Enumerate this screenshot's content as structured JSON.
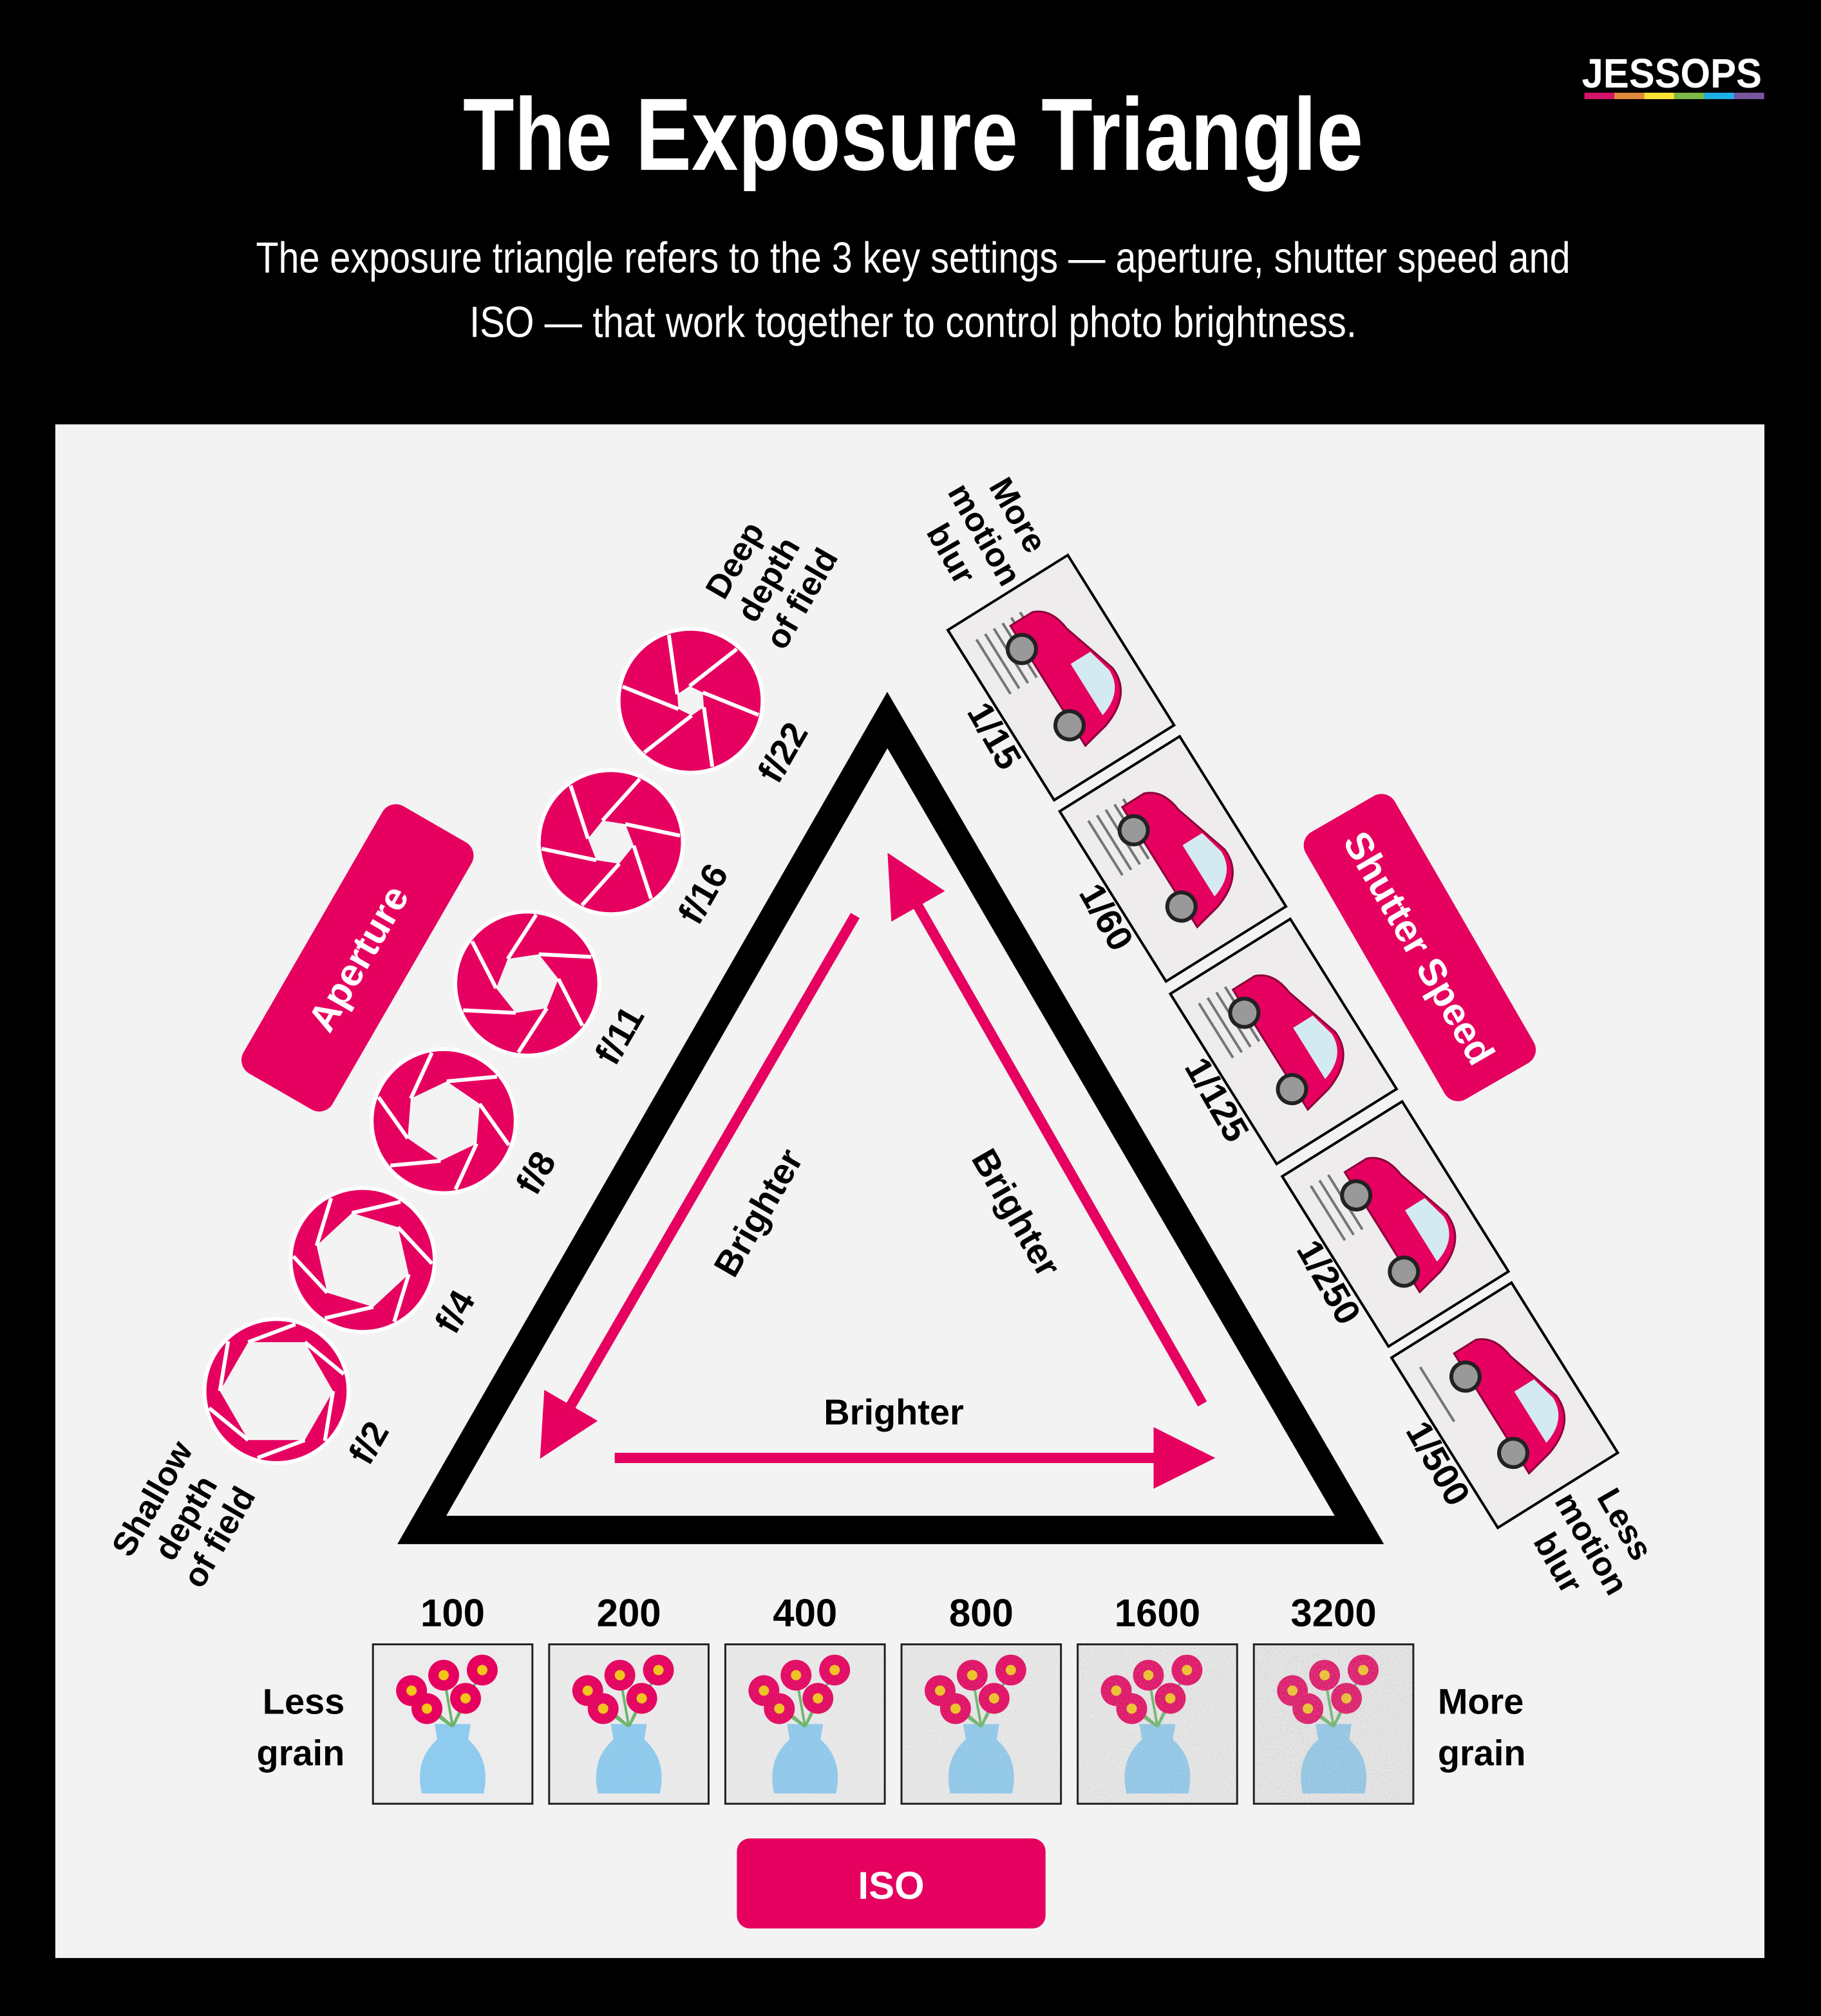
{
  "header": {
    "title": "The Exposure Triangle",
    "subtitle_line1": "The exposure triangle refers to the 3 key settings — aperture, shutter speed and",
    "subtitle_line2": "ISO — that work together to control photo brightness.",
    "logo": "JESSOPS",
    "logo_stripe_colors": [
      "#d6136b",
      "#e0893c",
      "#f9e332",
      "#7db948",
      "#1cb0e6",
      "#7a559f"
    ]
  },
  "colors": {
    "accent": "#e6005f",
    "panel": "#f3f3f3",
    "background": "#000000"
  },
  "triangle": {
    "brighter_left": "Brighter",
    "brighter_right": "Brighter",
    "brighter_bottom": "Brighter"
  },
  "aperture": {
    "badge": "Aperture",
    "top_note": [
      "Deep",
      "depth",
      "of field"
    ],
    "bottom_note": [
      "Shallow",
      "depth",
      "of field"
    ],
    "stops": [
      "f/2",
      "f/4",
      "f/8",
      "f/11",
      "f/16",
      "f/22"
    ]
  },
  "shutter": {
    "badge": "Shutter Speed",
    "top_note": [
      "More",
      "motion",
      "blur"
    ],
    "bottom_note": [
      "Less",
      "motion",
      "blur"
    ],
    "speeds": [
      "1/15",
      "1/60",
      "1/125",
      "1/250",
      "1/500"
    ]
  },
  "iso": {
    "badge": "ISO",
    "left_note": [
      "Less",
      "grain"
    ],
    "right_note": [
      "More",
      "grain"
    ],
    "values": [
      "100",
      "200",
      "400",
      "800",
      "1600",
      "3200"
    ]
  }
}
